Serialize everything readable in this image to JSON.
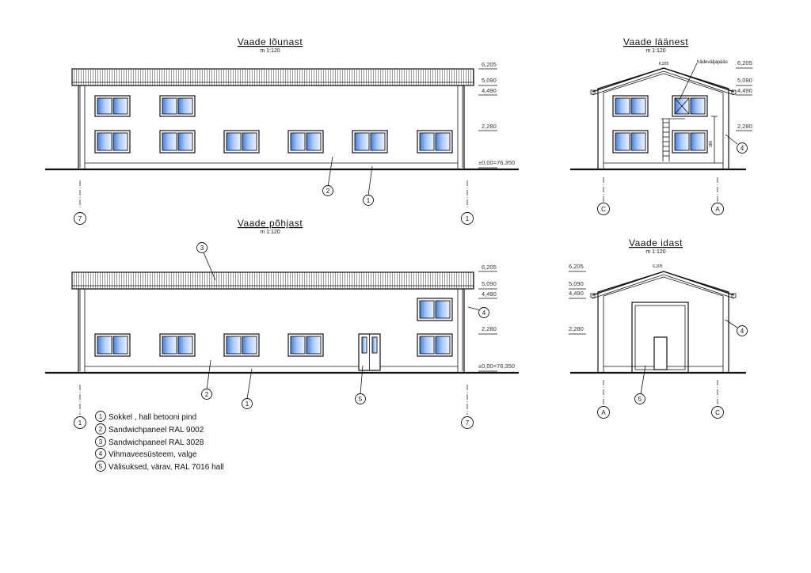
{
  "views": {
    "south": {
      "title": "Vaade lõunast",
      "scale": "m 1:120"
    },
    "west": {
      "title": "Vaade läänest",
      "scale": "m 1:120"
    },
    "north": {
      "title": "Vaade põhjast",
      "scale": "m 1:120"
    },
    "east": {
      "title": "Vaade idast",
      "scale": "m 1:120"
    }
  },
  "levels": {
    "ridge": "6,205",
    "eave": "5,090",
    "upper": "4,490",
    "middle": "2,280",
    "ground": "±0,00=76,350",
    "ridge_small": "6,205"
  },
  "notes": {
    "emergency_ladder": "hädeväljapääs",
    "ladder_height": "386"
  },
  "axes": {
    "a7": "7",
    "a1": "1",
    "aC": "C",
    "aA": "A"
  },
  "callouts": {
    "c1": "1",
    "c2": "2",
    "c3": "3",
    "c4": "4",
    "c5": "5"
  },
  "legend": [
    {
      "num": "1",
      "text": "Sokkel , hall betooni pind"
    },
    {
      "num": "2",
      "text": "Sandwichpaneel  RAL 9002"
    },
    {
      "num": "3",
      "text": "Sandwichpaneel  RAL 3028"
    },
    {
      "num": "4",
      "text": "Vihmaveesüsteem, valge"
    },
    {
      "num": "5",
      "text": "Välisuksed, värav, RAL 7016 hall"
    }
  ],
  "colors": {
    "glass": "#5b8fe0",
    "glass_light": "#eef4ff",
    "line": "#111111"
  }
}
